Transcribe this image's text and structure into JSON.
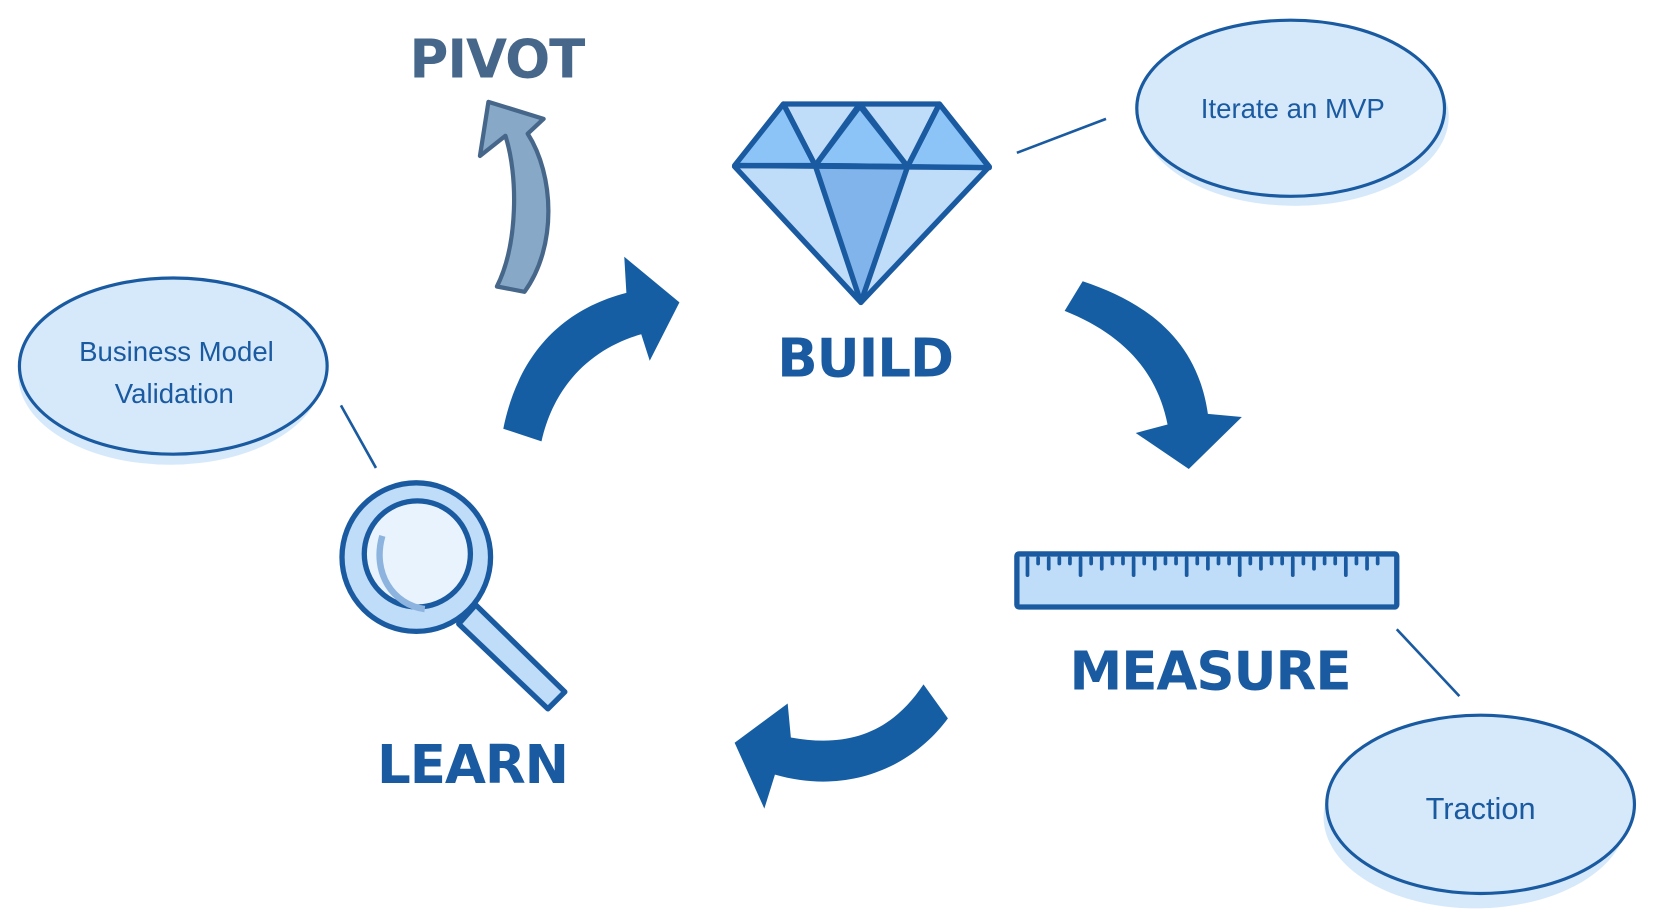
{
  "colors": {
    "primary": "#1a5aa0",
    "arrow": "#165ea3",
    "pivot": "#46678a",
    "pivot_fill": "#88a8c7",
    "bubble_fill": "#d6e9fb",
    "light_fill": "#bfdcf8",
    "mid_fill": "#8cc4f8",
    "dark_fill": "#80b4ea"
  },
  "stages": {
    "build": "BUILD",
    "measure": "MEASURE",
    "learn": "LEARN",
    "pivot": "PIVOT"
  },
  "bubbles": {
    "build_note": "Iterate an MVP",
    "measure_note": "Traction",
    "learn_note_line1": "Business Model",
    "learn_note_line2": "Validation"
  }
}
